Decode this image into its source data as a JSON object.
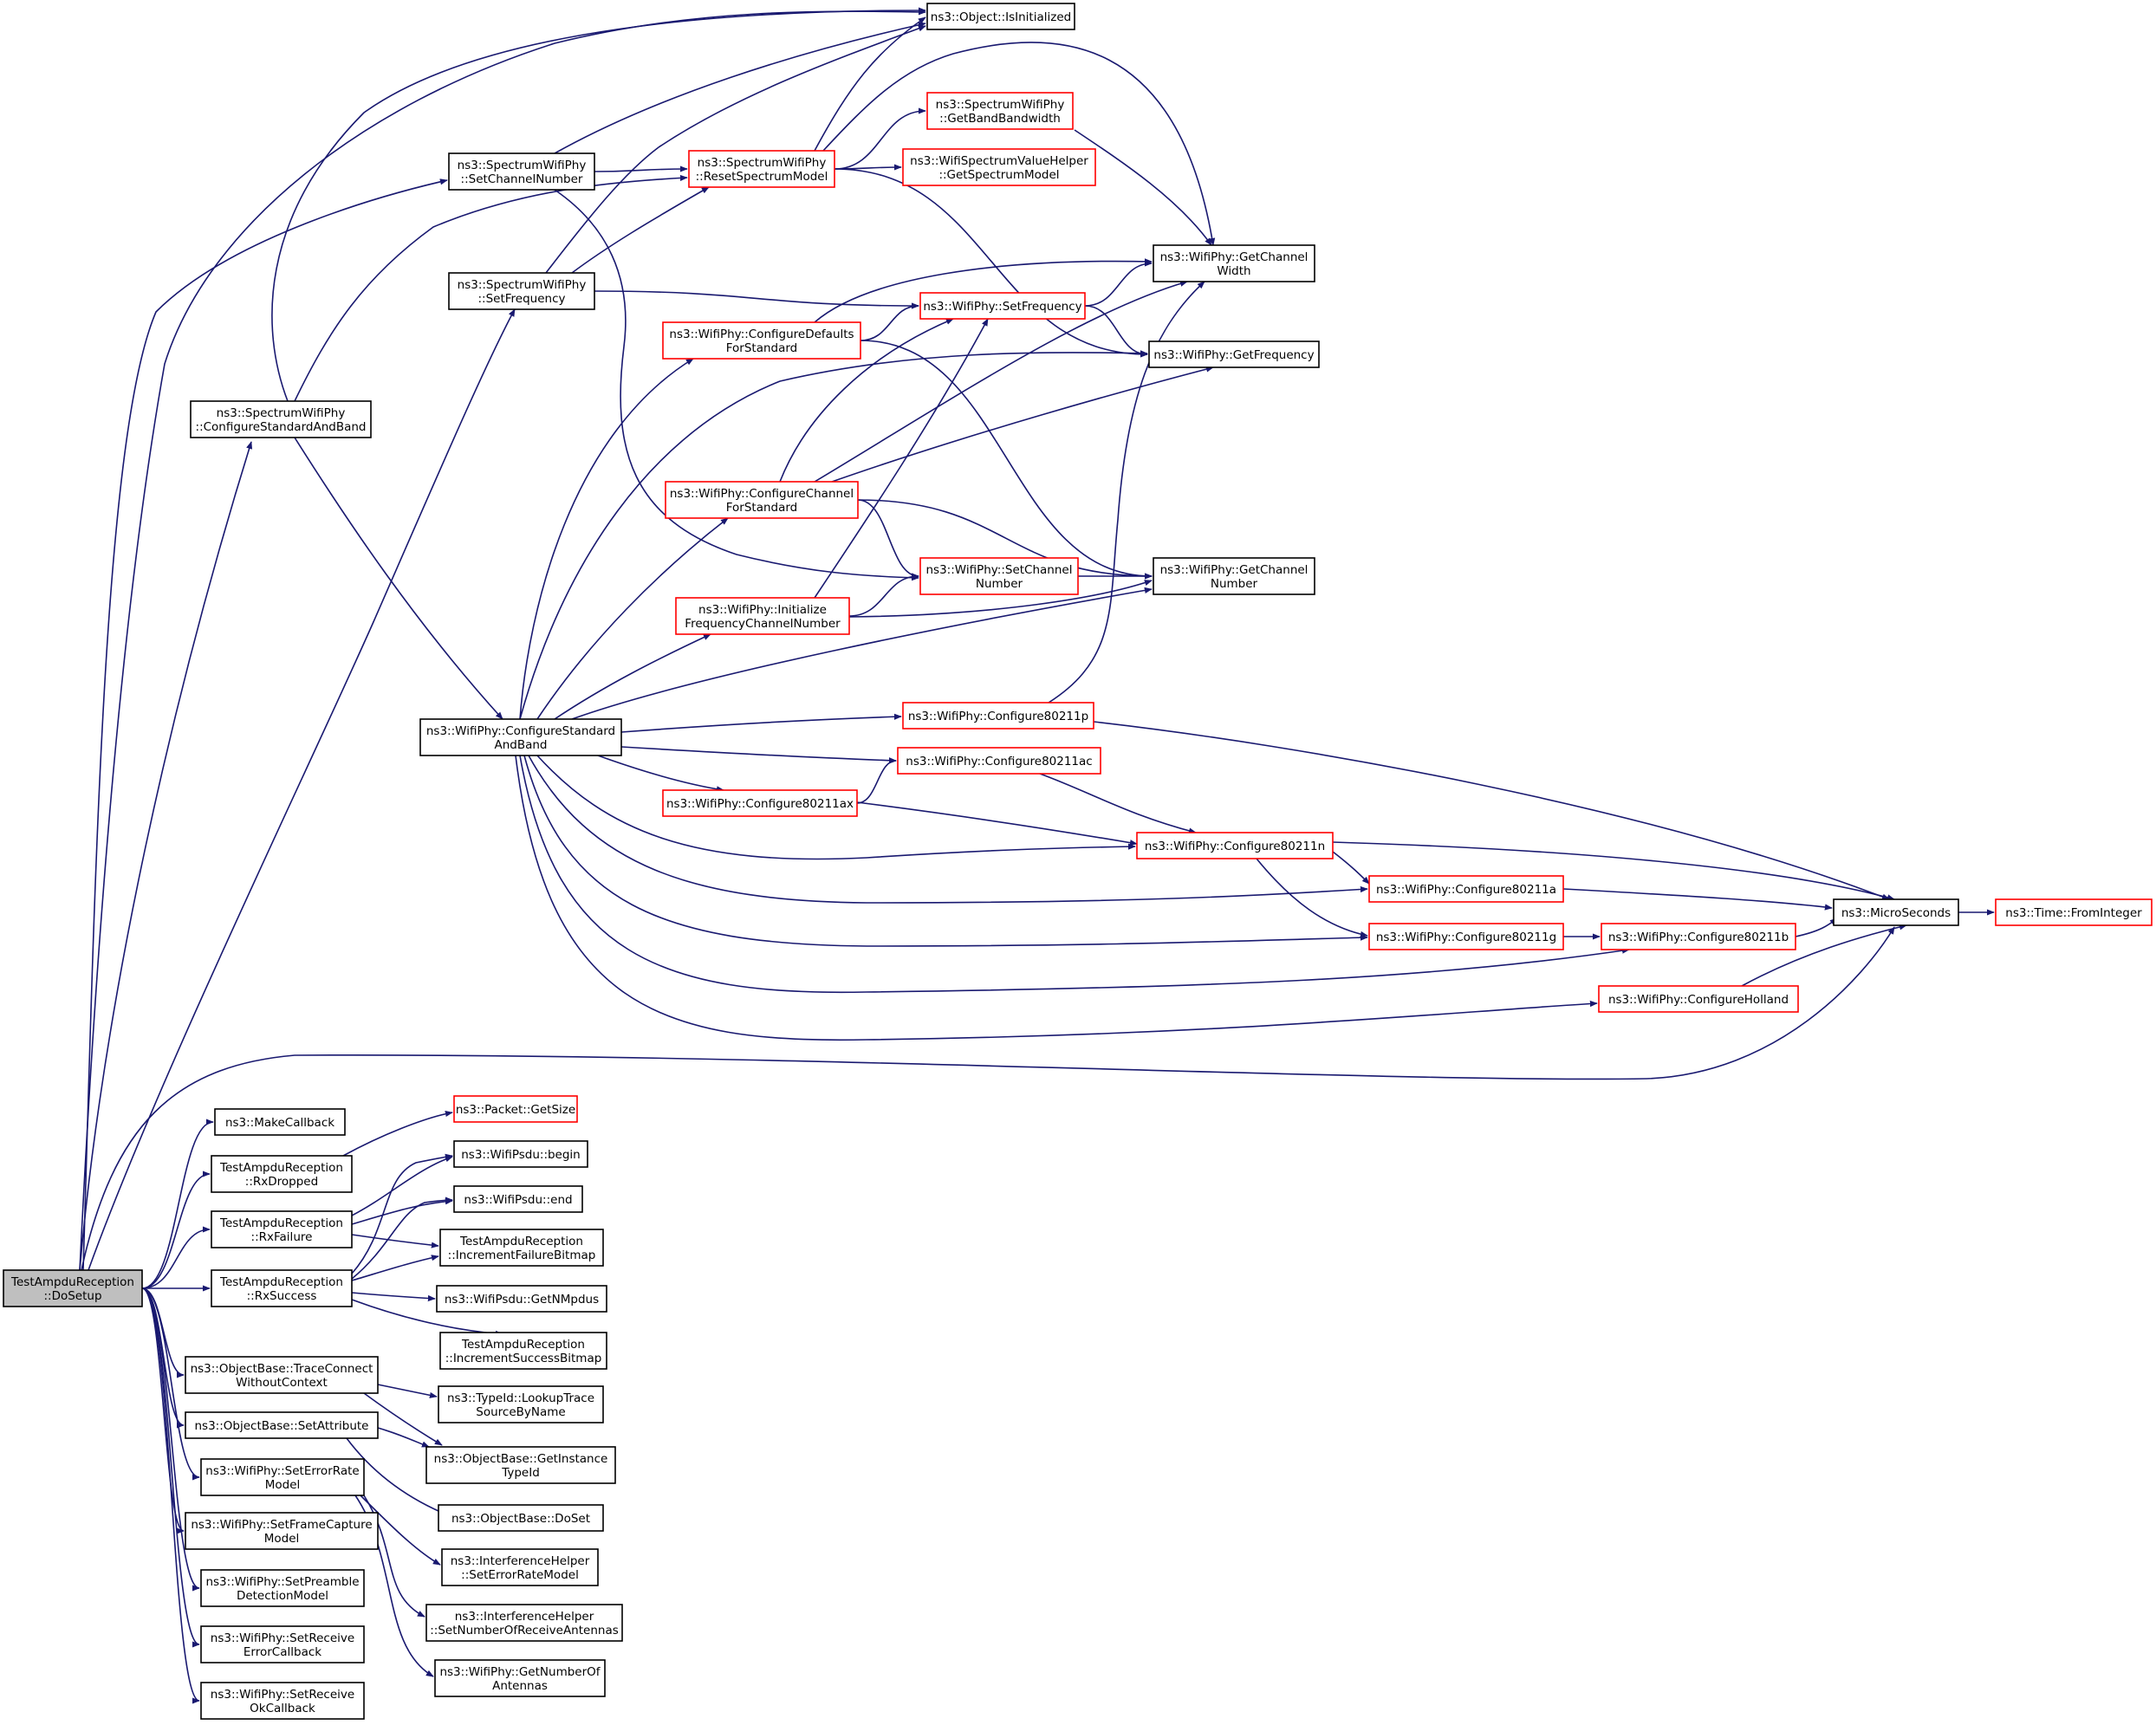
{
  "colors": {
    "edge": "#191970",
    "node_border_default": "#000000",
    "node_border_truncated": "#ff0000",
    "node_fill": "#ffffff",
    "root_fill": "#bfbfbf",
    "text": "#000000"
  },
  "nodes": [
    {
      "id": "root",
      "lines": [
        "TestAmpduReception",
        "::DoSetup"
      ],
      "style": "root"
    },
    {
      "id": "isInit",
      "lines": [
        "ns3::Object::IsInitialized"
      ],
      "style": "default"
    },
    {
      "id": "ssSetChan",
      "lines": [
        "ns3::SpectrumWifiPhy",
        "::SetChannelNumber"
      ],
      "style": "default"
    },
    {
      "id": "ssReset",
      "lines": [
        "ns3::SpectrumWifiPhy",
        "::ResetSpectrumModel"
      ],
      "style": "truncated"
    },
    {
      "id": "ssGetBand",
      "lines": [
        "ns3::SpectrumWifiPhy",
        "::GetBandBandwidth"
      ],
      "style": "truncated"
    },
    {
      "id": "wsvGet",
      "lines": [
        "ns3::WifiSpectrumValueHelper",
        "::GetSpectrumModel"
      ],
      "style": "truncated"
    },
    {
      "id": "ssSetFreq",
      "lines": [
        "ns3::SpectrumWifiPhy",
        "::SetFrequency"
      ],
      "style": "default"
    },
    {
      "id": "getChanWidth",
      "lines": [
        "ns3::WifiPhy::GetChannel",
        "Width"
      ],
      "style": "default"
    },
    {
      "id": "wpSetFreq",
      "lines": [
        "ns3::WifiPhy::SetFrequency"
      ],
      "style": "truncated"
    },
    {
      "id": "cfgDefaults",
      "lines": [
        "ns3::WifiPhy::ConfigureDefaults",
        "ForStandard"
      ],
      "style": "truncated"
    },
    {
      "id": "getFreq",
      "lines": [
        "ns3::WifiPhy::GetFrequency"
      ],
      "style": "default"
    },
    {
      "id": "ssCfgStd",
      "lines": [
        "ns3::SpectrumWifiPhy",
        "::ConfigureStandardAndBand"
      ],
      "style": "default"
    },
    {
      "id": "cfgChan",
      "lines": [
        "ns3::WifiPhy::ConfigureChannel",
        "ForStandard"
      ],
      "style": "truncated"
    },
    {
      "id": "wpSetChan",
      "lines": [
        "ns3::WifiPhy::SetChannel",
        "Number"
      ],
      "style": "truncated"
    },
    {
      "id": "getChanNum",
      "lines": [
        "ns3::WifiPhy::GetChannel",
        "Number"
      ],
      "style": "default"
    },
    {
      "id": "initFreq",
      "lines": [
        "ns3::WifiPhy::Initialize",
        "FrequencyChannelNumber"
      ],
      "style": "truncated"
    },
    {
      "id": "wpCfgStd",
      "lines": [
        "ns3::WifiPhy::ConfigureStandard",
        "AndBand"
      ],
      "style": "default"
    },
    {
      "id": "c11p",
      "lines": [
        "ns3::WifiPhy::Configure80211p"
      ],
      "style": "truncated"
    },
    {
      "id": "c11ac",
      "lines": [
        "ns3::WifiPhy::Configure80211ac"
      ],
      "style": "truncated"
    },
    {
      "id": "c11ax",
      "lines": [
        "ns3::WifiPhy::Configure80211ax"
      ],
      "style": "truncated"
    },
    {
      "id": "c11n",
      "lines": [
        "ns3::WifiPhy::Configure80211n"
      ],
      "style": "truncated"
    },
    {
      "id": "c11a",
      "lines": [
        "ns3::WifiPhy::Configure80211a"
      ],
      "style": "truncated"
    },
    {
      "id": "micro",
      "lines": [
        "ns3::MicroSeconds"
      ],
      "style": "default"
    },
    {
      "id": "fromInt",
      "lines": [
        "ns3::Time::FromInteger"
      ],
      "style": "truncated"
    },
    {
      "id": "c11g",
      "lines": [
        "ns3::WifiPhy::Configure80211g"
      ],
      "style": "truncated"
    },
    {
      "id": "c11b",
      "lines": [
        "ns3::WifiPhy::Configure80211b"
      ],
      "style": "truncated"
    },
    {
      "id": "holland",
      "lines": [
        "ns3::WifiPhy::ConfigureHolland"
      ],
      "style": "truncated"
    },
    {
      "id": "makeCb",
      "lines": [
        "ns3::MakeCallback"
      ],
      "style": "default"
    },
    {
      "id": "getSize",
      "lines": [
        "ns3::Packet::GetSize"
      ],
      "style": "truncated"
    },
    {
      "id": "rxDropped",
      "lines": [
        "TestAmpduReception",
        "::RxDropped"
      ],
      "style": "default"
    },
    {
      "id": "psduBegin",
      "lines": [
        "ns3::WifiPsdu::begin"
      ],
      "style": "default"
    },
    {
      "id": "rxFailure",
      "lines": [
        "TestAmpduReception",
        "::RxFailure"
      ],
      "style": "default"
    },
    {
      "id": "psduEnd",
      "lines": [
        "ns3::WifiPsdu::end"
      ],
      "style": "default"
    },
    {
      "id": "incFail",
      "lines": [
        "TestAmpduReception",
        "::IncrementFailureBitmap"
      ],
      "style": "default"
    },
    {
      "id": "rxSuccess",
      "lines": [
        "TestAmpduReception",
        "::RxSuccess"
      ],
      "style": "default"
    },
    {
      "id": "getNMpdus",
      "lines": [
        "ns3::WifiPsdu::GetNMpdus"
      ],
      "style": "default"
    },
    {
      "id": "incSucc",
      "lines": [
        "TestAmpduReception",
        "::IncrementSuccessBitmap"
      ],
      "style": "default"
    },
    {
      "id": "traceConn",
      "lines": [
        "ns3::ObjectBase::TraceConnect",
        "WithoutContext"
      ],
      "style": "default"
    },
    {
      "id": "lookupTrace",
      "lines": [
        "ns3::TypeId::LookupTrace",
        "SourceByName"
      ],
      "style": "default"
    },
    {
      "id": "setAttr",
      "lines": [
        "ns3::ObjectBase::SetAttribute"
      ],
      "style": "default"
    },
    {
      "id": "getInstTid",
      "lines": [
        "ns3::ObjectBase::GetInstance",
        "TypeId"
      ],
      "style": "default"
    },
    {
      "id": "setErrRate",
      "lines": [
        "ns3::WifiPhy::SetErrorRate",
        "Model"
      ],
      "style": "default"
    },
    {
      "id": "doSet",
      "lines": [
        "ns3::ObjectBase::DoSet"
      ],
      "style": "default"
    },
    {
      "id": "setFrameCap",
      "lines": [
        "ns3::WifiPhy::SetFrameCapture",
        "Model"
      ],
      "style": "default"
    },
    {
      "id": "ihSetErr",
      "lines": [
        "ns3::InterferenceHelper",
        "::SetErrorRateModel"
      ],
      "style": "default"
    },
    {
      "id": "setPreamble",
      "lines": [
        "ns3::WifiPhy::SetPreamble",
        "DetectionModel"
      ],
      "style": "default"
    },
    {
      "id": "ihSetNum",
      "lines": [
        "ns3::InterferenceHelper",
        "::SetNumberOfReceiveAntennas"
      ],
      "style": "default"
    },
    {
      "id": "setRecvErr",
      "lines": [
        "ns3::WifiPhy::SetReceive",
        "ErrorCallback"
      ],
      "style": "default"
    },
    {
      "id": "getNumAnt",
      "lines": [
        "ns3::WifiPhy::GetNumberOf",
        "Antennas"
      ],
      "style": "default"
    },
    {
      "id": "setRecvOk",
      "lines": [
        "ns3::WifiPhy::SetReceive",
        "OkCallback"
      ],
      "style": "default"
    }
  ],
  "edges": [
    [
      "root",
      "isInit"
    ],
    [
      "root",
      "ssSetChan"
    ],
    [
      "root",
      "ssSetFreq"
    ],
    [
      "root",
      "ssCfgStd"
    ],
    [
      "root",
      "micro"
    ],
    [
      "root",
      "makeCb"
    ],
    [
      "root",
      "rxDropped"
    ],
    [
      "root",
      "rxFailure"
    ],
    [
      "root",
      "rxSuccess"
    ],
    [
      "root",
      "traceConn"
    ],
    [
      "root",
      "setAttr"
    ],
    [
      "root",
      "setErrRate"
    ],
    [
      "root",
      "setFrameCap"
    ],
    [
      "root",
      "setPreamble"
    ],
    [
      "root",
      "setRecvErr"
    ],
    [
      "root",
      "setRecvOk"
    ],
    [
      "ssSetChan",
      "isInit"
    ],
    [
      "ssSetChan",
      "ssReset"
    ],
    [
      "ssSetChan",
      "wpSetChan"
    ],
    [
      "ssReset",
      "isInit"
    ],
    [
      "ssReset",
      "ssGetBand"
    ],
    [
      "ssReset",
      "wsvGet"
    ],
    [
      "ssReset",
      "getChanWidth"
    ],
    [
      "ssReset",
      "getFreq"
    ],
    [
      "ssGetBand",
      "getChanWidth"
    ],
    [
      "ssSetFreq",
      "isInit"
    ],
    [
      "ssSetFreq",
      "ssReset"
    ],
    [
      "ssSetFreq",
      "wpSetFreq"
    ],
    [
      "ssCfgStd",
      "isInit"
    ],
    [
      "ssCfgStd",
      "ssReset"
    ],
    [
      "ssCfgStd",
      "wpCfgStd"
    ],
    [
      "wpSetFreq",
      "getChanWidth"
    ],
    [
      "wpSetFreq",
      "getFreq"
    ],
    [
      "cfgDefaults",
      "getChanWidth"
    ],
    [
      "cfgDefaults",
      "wpSetFreq"
    ],
    [
      "cfgDefaults",
      "getChanNum"
    ],
    [
      "cfgChan",
      "wpSetFreq"
    ],
    [
      "cfgChan",
      "getChanWidth"
    ],
    [
      "cfgChan",
      "getFreq"
    ],
    [
      "cfgChan",
      "wpSetChan"
    ],
    [
      "cfgChan",
      "getChanNum"
    ],
    [
      "wpSetChan",
      "getChanNum"
    ],
    [
      "initFreq",
      "wpSetFreq"
    ],
    [
      "initFreq",
      "wpSetChan"
    ],
    [
      "initFreq",
      "getChanNum"
    ],
    [
      "wpCfgStd",
      "cfgDefaults"
    ],
    [
      "wpCfgStd",
      "getFreq"
    ],
    [
      "wpCfgStd",
      "cfgChan"
    ],
    [
      "wpCfgStd",
      "initFreq"
    ],
    [
      "wpCfgStd",
      "getChanNum"
    ],
    [
      "wpCfgStd",
      "c11p"
    ],
    [
      "wpCfgStd",
      "c11ac"
    ],
    [
      "wpCfgStd",
      "c11ax"
    ],
    [
      "wpCfgStd",
      "c11n"
    ],
    [
      "wpCfgStd",
      "c11a"
    ],
    [
      "wpCfgStd",
      "c11g"
    ],
    [
      "wpCfgStd",
      "c11b"
    ],
    [
      "wpCfgStd",
      "holland"
    ],
    [
      "c11p",
      "getChanWidth"
    ],
    [
      "c11p",
      "micro"
    ],
    [
      "c11ac",
      "c11n"
    ],
    [
      "c11ax",
      "c11ac"
    ],
    [
      "c11ax",
      "c11n"
    ],
    [
      "c11n",
      "c11a"
    ],
    [
      "c11n",
      "c11g"
    ],
    [
      "c11n",
      "micro"
    ],
    [
      "c11a",
      "micro"
    ],
    [
      "c11g",
      "c11b"
    ],
    [
      "c11b",
      "micro"
    ],
    [
      "holland",
      "micro"
    ],
    [
      "micro",
      "fromInt"
    ],
    [
      "rxDropped",
      "getSize"
    ],
    [
      "rxFailure",
      "psduBegin"
    ],
    [
      "rxFailure",
      "psduEnd"
    ],
    [
      "rxFailure",
      "incFail"
    ],
    [
      "rxSuccess",
      "psduBegin"
    ],
    [
      "rxSuccess",
      "psduEnd"
    ],
    [
      "rxSuccess",
      "incFail"
    ],
    [
      "rxSuccess",
      "getNMpdus"
    ],
    [
      "rxSuccess",
      "incSucc"
    ],
    [
      "traceConn",
      "lookupTrace"
    ],
    [
      "traceConn",
      "getInstTid"
    ],
    [
      "setAttr",
      "getInstTid"
    ],
    [
      "setAttr",
      "doSet"
    ],
    [
      "setErrRate",
      "ihSetErr"
    ],
    [
      "setErrRate",
      "ihSetNum"
    ],
    [
      "setErrRate",
      "getNumAnt"
    ]
  ]
}
